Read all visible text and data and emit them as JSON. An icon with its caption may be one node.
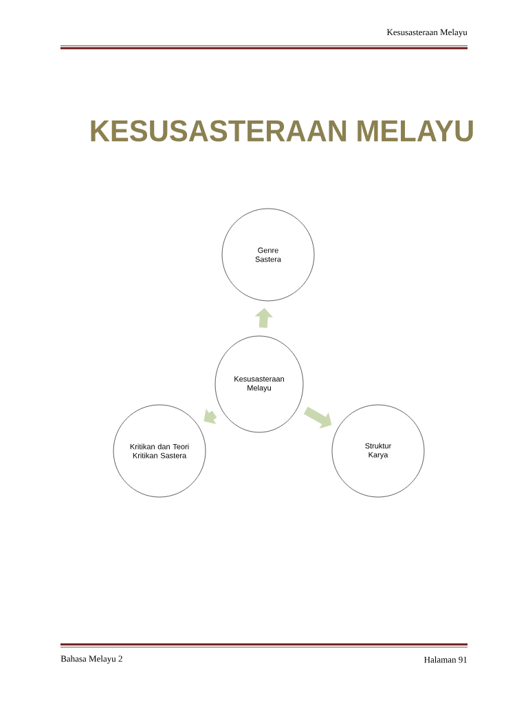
{
  "diagram": {
    "title": "KESUSASTERAAN MELAYU",
    "nodes": [
      {
        "text": [
          "Genre Sastera"
        ]
      },
      {
        "text": [
          "Kesusasteraan Melayu"
        ]
      },
      {
        "text": [
          "Kritikan dan Teori Kritikan Sastera"
        ]
      },
      {
        "text": [
          "Struktur Karya"
        ]
      }
    ],
    "edges": [
      {
        "from": 1,
        "to": 0,
        "arrow": "to"
      },
      {
        "from": 1,
        "to": 2,
        "arrow": "to"
      },
      {
        "from": 1,
        "to": 3,
        "arrow": "to"
      }
    ],
    "labels": [
      "Kesusasteraan Melayu",
      "Bahasa Melayu 2",
      "Halaman 91"
    ]
  }
}
